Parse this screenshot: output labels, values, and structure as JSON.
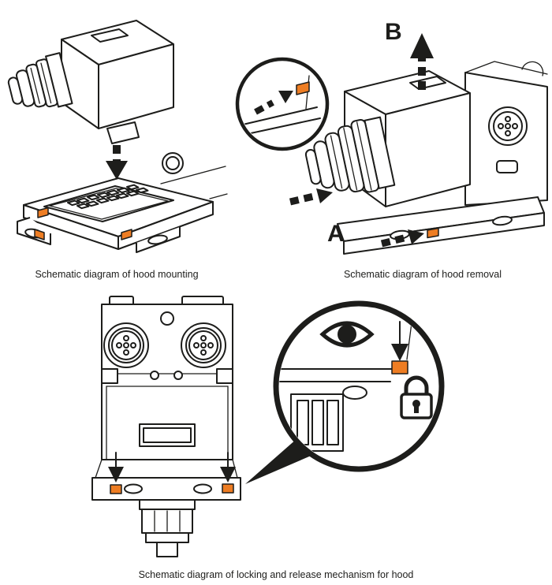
{
  "accent": {
    "orange": "#ee7d23",
    "line": "#1d1d1b"
  },
  "figures": {
    "mounting": {
      "caption": "Schematic diagram of hood mounting"
    },
    "removal": {
      "caption": "Schematic diagram of hood removal",
      "label_a": "A",
      "label_b": "B"
    },
    "locking": {
      "caption": "Schematic diagram of locking and release mechanism for hood"
    }
  },
  "icons": {
    "eye": "eye-icon",
    "lock": "lock-icon",
    "magnifier": "magnifier-circle"
  }
}
